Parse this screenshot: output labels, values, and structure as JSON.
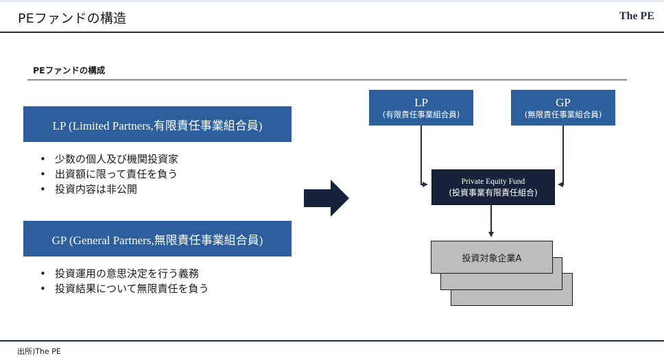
{
  "header": {
    "title": "PEファンドの構造",
    "brand": "The PE"
  },
  "section": {
    "title": "PEファンドの構成"
  },
  "lp": {
    "banner": "LP (Limited Partners,有限責任事業組合員)",
    "bullets": [
      "少数の個人及び機関投資家",
      "出資額に限って責任を負う",
      "投資内容は非公開"
    ]
  },
  "gp": {
    "banner": "GP (General Partners,無限責任事業組合員)",
    "bullets": [
      "投資運用の意思決定を行う義務",
      "投資結果について無限責任を負う"
    ]
  },
  "diagram": {
    "lp_box": {
      "title": "LP",
      "subtitle": "(有限責任事業組合員)"
    },
    "gp_box": {
      "title": "GP",
      "subtitle": "(無限責任事業組合員)"
    },
    "fund_box": {
      "title": "Private Equity Fund",
      "subtitle": "(投資事業有限責任組合)"
    },
    "company_box": {
      "label": "投資対象企業A"
    }
  },
  "footer": {
    "source": "出所)The PE"
  },
  "colors": {
    "accent_blue": "#2c5f9c",
    "navy": "#1f2d45",
    "fund_dark": "#17233a",
    "company_gray": "#bdbdbd"
  }
}
